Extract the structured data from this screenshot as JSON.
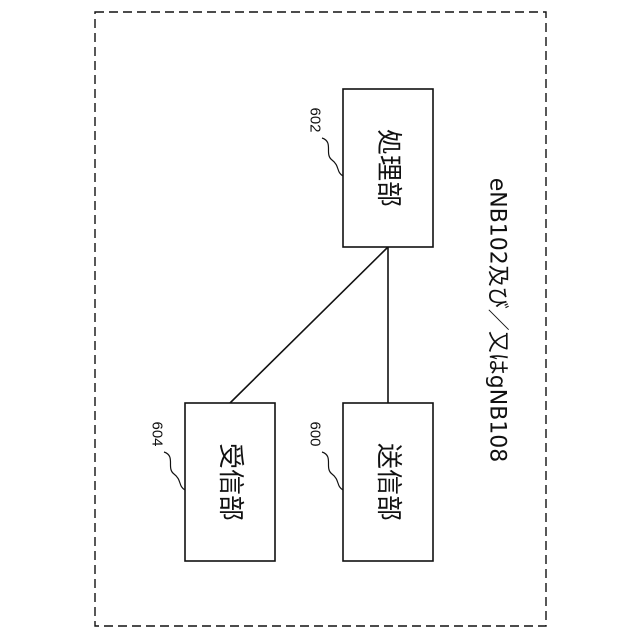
{
  "frame": {
    "title": "eNB102及び／又はgNB108"
  },
  "blocks": {
    "processing": {
      "label": "処理部",
      "ref": "602"
    },
    "receiving": {
      "label": "受信部",
      "ref": "604"
    },
    "transmitting": {
      "label": "送信部",
      "ref": "600"
    }
  }
}
